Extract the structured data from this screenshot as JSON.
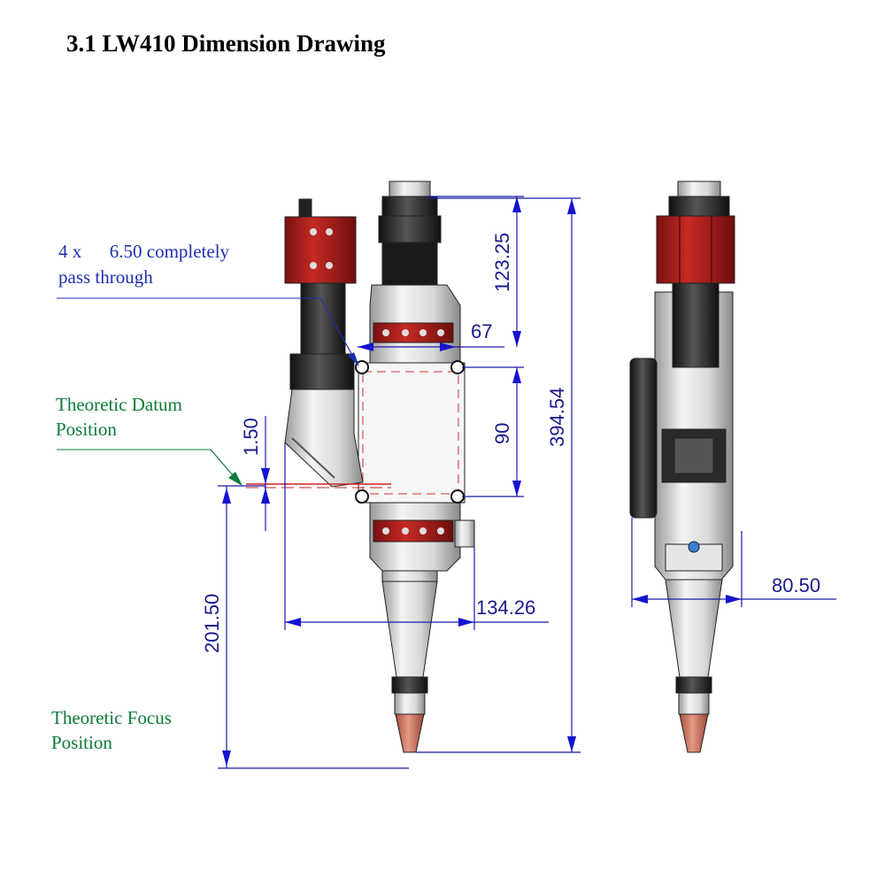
{
  "title": "3.1 LW410 Dimension Drawing",
  "notes": {
    "holes_line1": "4 x      6.50 completely",
    "holes_line2": "pass through",
    "datum_line1": "Theoretic Datum",
    "datum_line2": "Position",
    "focus_line1": "Theoretic Focus",
    "focus_line2": "Position"
  },
  "dimensions": {
    "upper_height": "123.25",
    "total_height": "394.54",
    "hole_width": "67",
    "hole_spacing": "90",
    "datum_offset": "1.50",
    "focus_height": "201.50",
    "side_width": "134.26",
    "side_view_width": "80.50"
  },
  "colors": {
    "note_blue": "#1f2fb0",
    "note_green": "#0f7a3a",
    "dimension": "#1a1a8c",
    "body_red": "#b3201c",
    "nozzle_copper": "#c9705a"
  }
}
